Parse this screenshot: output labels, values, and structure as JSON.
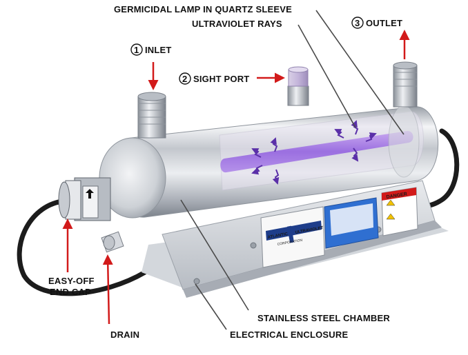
{
  "labels": {
    "lamp": "GERMICIDAL LAMP IN QUARTZ SLEEVE",
    "uv_rays": "ULTRAVIOLET RAYS",
    "inlet": "INLET",
    "inlet_num": "1",
    "sight_port": "SIGHT PORT",
    "sight_num": "2",
    "outlet": "OUTLET",
    "outlet_num": "3",
    "end_cap_1": "EASY-OFF",
    "end_cap_2": "END CAP",
    "drain": "DRAIN",
    "chamber": "STAINLESS STEEL CHAMBER",
    "enclosure": "ELECTRICAL ENCLOSURE"
  },
  "plate": {
    "brand_left": "ATLANTIC",
    "brand_right": "ULTRAVIOLET",
    "corp": "CORPORATION"
  },
  "danger": {
    "title": "DANGER"
  },
  "colors": {
    "arrow": "#d21a1a",
    "uv": "#7b4fc4",
    "steel": "#c9ccd2"
  }
}
